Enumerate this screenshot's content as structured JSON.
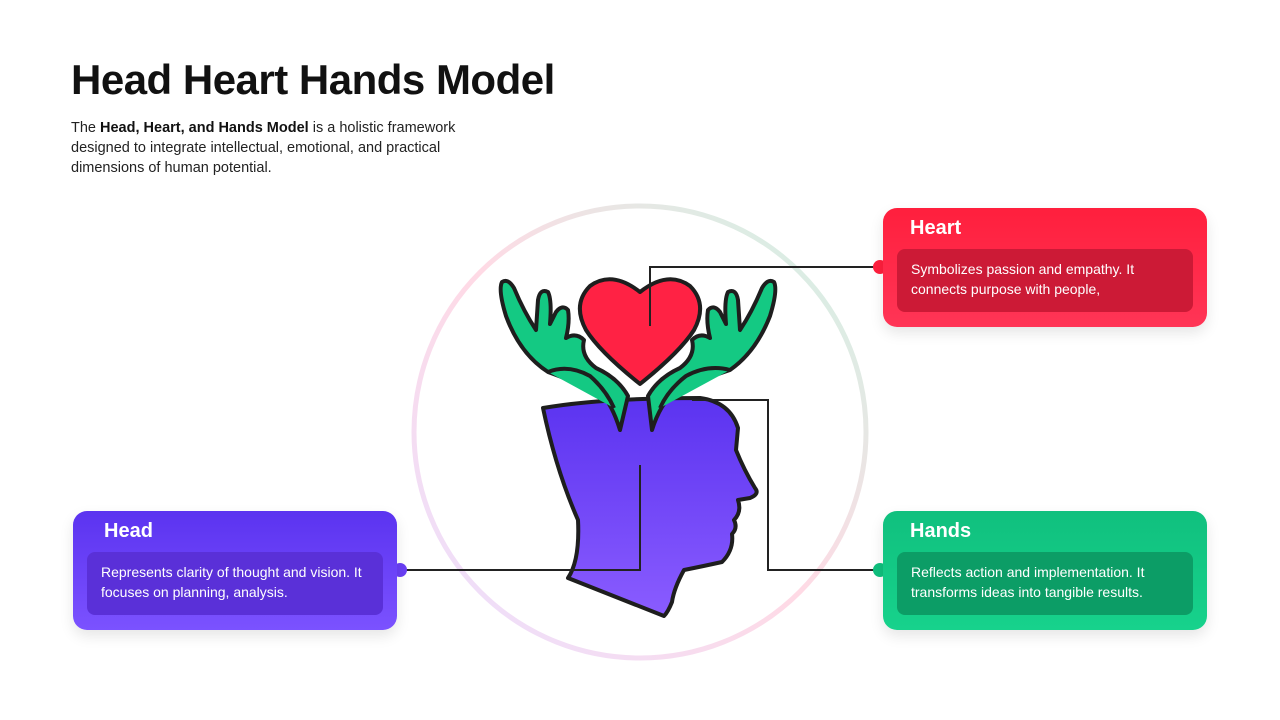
{
  "title": "Head Heart Hands Model",
  "intro": {
    "prefix": "The ",
    "bold": "Head, Heart, and Hands Model",
    "suffix": " is a holistic framework designed to integrate intellectual, emotional, and practical dimensions of human potential."
  },
  "cards": {
    "heart": {
      "title": "Heart",
      "text": "Symbolizes passion and empathy. It connects purpose with people,",
      "color": "#ff1f3d"
    },
    "hands": {
      "title": "Hands",
      "text": "Reflects action and implementation. It transforms ideas into tangible results.",
      "color": "#10c07e"
    },
    "head": {
      "title": "Head",
      "text": "Represents clarity of thought and vision. It focuses on planning, analysis.",
      "color": "#5b33f0"
    }
  },
  "illustration": {
    "icons": [
      "head-silhouette-icon",
      "heart-icon",
      "hand-left-icon",
      "hand-right-icon"
    ],
    "colors": {
      "head": "#6a3ff5",
      "heart": "#ff2244",
      "hands": "#14c983",
      "outline": "#1e1e1e"
    }
  }
}
